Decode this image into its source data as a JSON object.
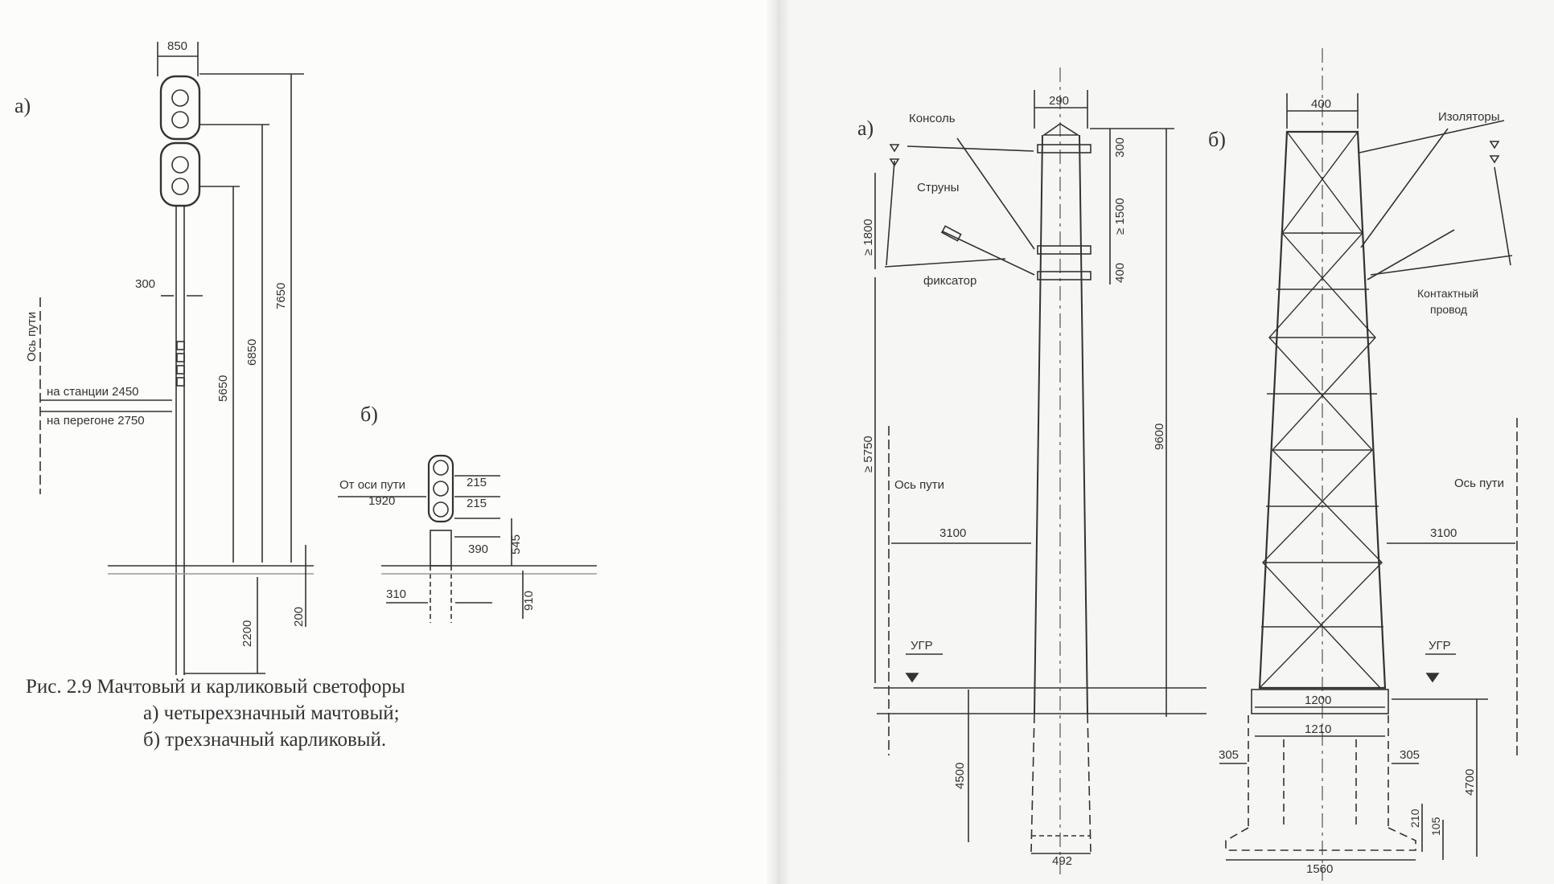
{
  "figure_left": {
    "part_a": "а)",
    "part_b": "б)",
    "dims_a": {
      "head_width": "850",
      "mast_width": "300",
      "h_lower_light": "5650",
      "h_upper_second": "6850",
      "h_top": "7650",
      "depth": "2200",
      "ground_offset": "200"
    },
    "axis_label": "Ось пути",
    "station_label": "на станции 2450",
    "haul_label": "на перегоне 2750",
    "dims_b": {
      "from_axis": "От оси пути",
      "from_axis_value": "1920",
      "d215_top": "215",
      "d215_bottom": "215",
      "d390": "390",
      "d545": "545",
      "d910": "910",
      "d310": "310"
    },
    "caption": {
      "title": "Рис.  2.9  Мачтовый и карликовый светофоры",
      "line_a": "а) четырехзначный мачтовый;",
      "line_b": "б) трехзначный карликовый."
    }
  },
  "figure_right": {
    "part_a": "а)",
    "part_b": "б)",
    "labels": {
      "console": "Консоль",
      "strings": "Струны",
      "fixator": "фиксатор",
      "insulators": "Изоляторы",
      "contact_wire_1": "Контактный",
      "contact_wire_2": "провод",
      "axis_left": "Ось пути",
      "axis_right": "Ось пути",
      "ugr_left": "УГР",
      "ugr_right": "УГР"
    },
    "dims_a": {
      "top_width": "290",
      "d300": "300",
      "d1500": "≥ 1500",
      "d400": "400",
      "d1800": "≥ 1800",
      "d5750": "≥ 5750",
      "d9600": "9600",
      "d3100": "3100",
      "d4500": "4500",
      "d492": "492"
    },
    "dims_b": {
      "top_width": "400",
      "d3100": "3100",
      "d1200": "1200",
      "d1210": "1210",
      "d305_left": "305",
      "d305_right": "305",
      "d4700": "4700",
      "d210": "210",
      "d105": "105",
      "d1560": "1560"
    }
  }
}
